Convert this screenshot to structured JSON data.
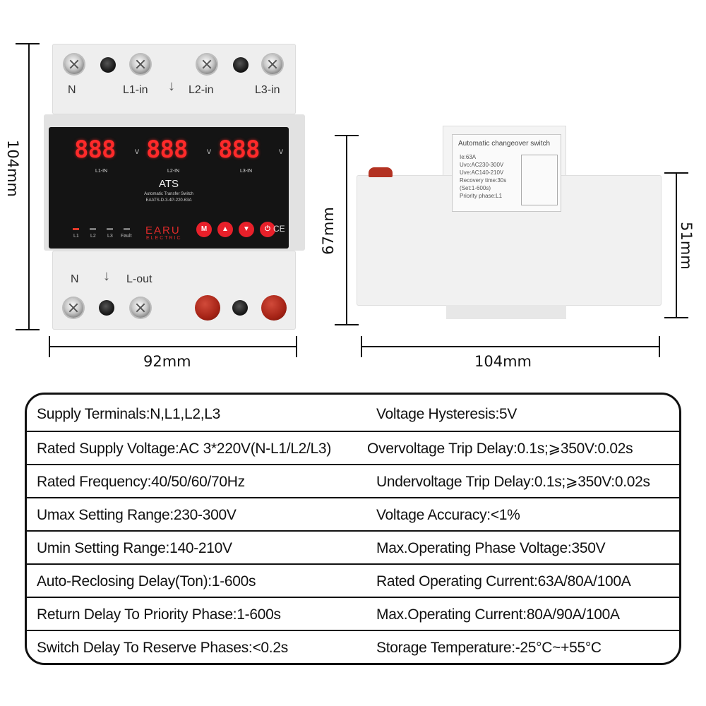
{
  "dimensions": {
    "front_height": "104mm",
    "front_width": "92mm",
    "side_height": "67mm",
    "side_width": "104mm",
    "side_rail_height": "51mm"
  },
  "front_top": {
    "labels": [
      "N",
      "L1-in",
      "L2-in",
      "L3-in"
    ]
  },
  "display": {
    "readings": [
      "888",
      "888",
      "888"
    ],
    "unit": "V",
    "phase_labels": [
      "L1-IN",
      "L2-IN",
      "L3-IN"
    ],
    "title": "ATS",
    "subtitle": "Automatic Transfer Switch",
    "model": "EAATS-D-3-4P-220-63A",
    "leds": [
      "L1",
      "L2",
      "L3",
      "Fault"
    ],
    "brand": "EARU",
    "brand_sub": "ELECTRIC",
    "buttons": [
      "M",
      "▲",
      "▼",
      "⏻"
    ],
    "ce_mark": "CE"
  },
  "front_bottom": {
    "labels": [
      "N",
      "L-out"
    ]
  },
  "side_sticker": {
    "title": "Automatic changeover switch",
    "lines": [
      "Ie:63A",
      "Uvo:AC230-300V",
      "Uve:AC140-210V",
      "Recovery time:30s",
      "(Set:1-600s)",
      "Priority phase:L1"
    ]
  },
  "specs": [
    [
      "Supply Terminals:N,L1,L2,L3",
      "Voltage Hysteresis:5V"
    ],
    [
      "Rated Supply Voltage:AC 3*220V(N-L1/L2/L3)",
      "Overvoltage Trip Delay:0.1s;⩾350V:0.02s"
    ],
    [
      "Rated Frequency:40/50/60/70Hz",
      "Undervoltage Trip Delay:0.1s;⩾350V:0.02s"
    ],
    [
      "Umax Setting Range:230-300V",
      "Voltage Accuracy:<1%"
    ],
    [
      "Umin Setting Range:140-210V",
      "Max.Operating Phase Voltage:350V"
    ],
    [
      "Auto-Reclosing Delay(Ton):1-600s",
      "Rated Operating Current:63A/80A/100A"
    ],
    [
      "Return Delay To Priority Phase:1-600s",
      "Max.Operating Current:80A/90A/100A"
    ],
    [
      "Switch Delay To Reserve Phases:<0.2s",
      "Storage Temperature:-25°C~+55°C"
    ]
  ],
  "colors": {
    "led_red": "#ff2a2a",
    "panel_black": "#141414",
    "knob_red": "#a52316"
  }
}
